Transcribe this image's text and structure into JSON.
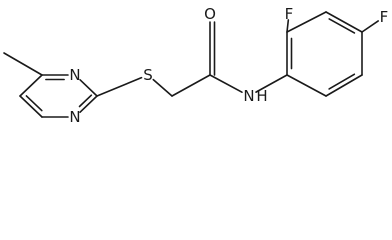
{
  "molecule": {
    "atom_labels": {
      "n_ring_top": "N",
      "n_ring_bottom": "N",
      "sulfur": "S",
      "oxygen": "O",
      "amide_n": "N",
      "amide_h": "H",
      "fluorine_ortho": "F",
      "fluorine_para": "F"
    },
    "colors": {
      "bond": "#1a1a1a",
      "text": "#1a1a1a",
      "background": "#ffffff"
    }
  }
}
